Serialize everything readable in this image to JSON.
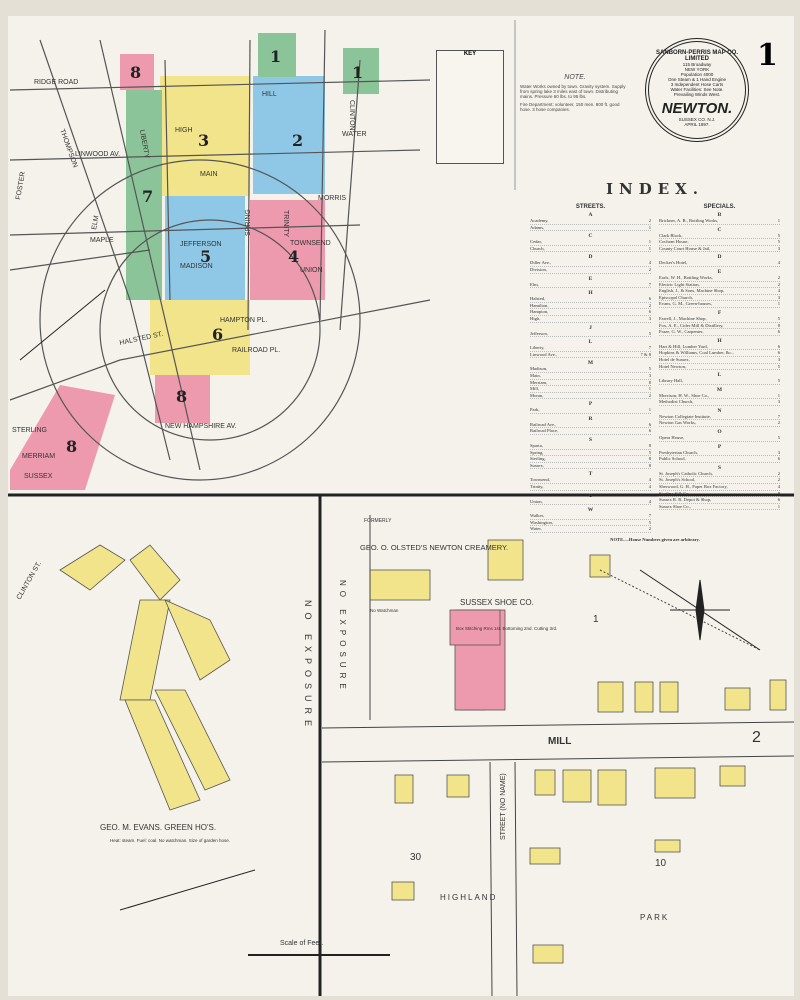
{
  "page_number": "1",
  "seal": {
    "company": "SANBORN-PERRIS MAP CO. LIMITED",
    "address": "115 Broadway",
    "city": "NEW YORK",
    "population": "Population 4000",
    "engines": "One Steam & 1 Hand Engine",
    "hose": "3 Independent Hose Carts",
    "water": "Water Facilities: See Note.",
    "winds": "Prevailing Winds West.",
    "town": "NEWTON.",
    "county": "SUSSEX CO.",
    "state": "N.J.",
    "date": "APRIL 1897."
  },
  "key": {
    "title": "KEY"
  },
  "note": {
    "title": "NOTE.",
    "text": "Water Works owned by town. Gravity system. Supply from spring lake 3 miles east of town. Distributing mains. Pressure 60 lbs. to 95 lbs.",
    "fire_dept": "Fire Department: volunteer, 150 men. 800 ft. good hose. 3 hose companies."
  },
  "index": {
    "title": "INDEX.",
    "streets_title": "STREETS.",
    "specials_title": "SPECIALS.",
    "footnote": "NOTE.—House Numbers given are arbitrary.",
    "streets": [
      {
        "letter": "A",
        "items": [
          [
            "Academy,",
            "2"
          ],
          [
            "Adams,",
            "1"
          ]
        ]
      },
      {
        "letter": "C",
        "items": [
          [
            "Cedar,",
            "1"
          ],
          [
            "Church,",
            "1"
          ]
        ]
      },
      {
        "letter": "D",
        "items": [
          [
            "Diller Ave.,",
            "4"
          ],
          [
            "Division,",
            "2"
          ]
        ]
      },
      {
        "letter": "E",
        "items": [
          [
            "Elm,",
            "7"
          ]
        ]
      },
      {
        "letter": "H",
        "items": [
          [
            "Halsted,",
            "6"
          ],
          [
            "Hamilton,",
            "2"
          ],
          [
            "Hampton,",
            "6"
          ],
          [
            "High,",
            "3"
          ]
        ]
      },
      {
        "letter": "J",
        "items": [
          [
            "Jefferson,",
            "5"
          ]
        ]
      },
      {
        "letter": "L",
        "items": [
          [
            "Liberty,",
            "7"
          ],
          [
            "Linwood Ave.,",
            "7 & 8"
          ]
        ]
      },
      {
        "letter": "M",
        "items": [
          [
            "Madison,",
            "5"
          ],
          [
            "Main,",
            "3"
          ],
          [
            "Merriam,",
            "8"
          ],
          [
            "Mill,",
            "1"
          ],
          [
            "Moran,",
            "2"
          ]
        ]
      },
      {
        "letter": "P",
        "items": [
          [
            "Park,",
            "1"
          ]
        ]
      },
      {
        "letter": "R",
        "items": [
          [
            "Railroad Ave.,",
            "6"
          ],
          [
            "Railroad Place,",
            "6"
          ]
        ]
      },
      {
        "letter": "S",
        "items": [
          [
            "Sparta,",
            "8"
          ],
          [
            "Spring,",
            "5"
          ],
          [
            "Sterling,",
            "8"
          ],
          [
            "Sussex,",
            "8"
          ]
        ]
      },
      {
        "letter": "T",
        "items": [
          [
            "Townsend,",
            "4"
          ],
          [
            "Trinity,",
            "4"
          ]
        ]
      },
      {
        "letter": "U",
        "items": [
          [
            "Union,",
            "4"
          ]
        ]
      },
      {
        "letter": "W",
        "items": [
          [
            "Walker,",
            "7"
          ],
          [
            "Washington,",
            "5"
          ],
          [
            "Water,",
            "2"
          ]
        ]
      }
    ],
    "specials": [
      {
        "letter": "B",
        "items": [
          [
            "Brickner, A. B., Bottling Works,",
            "1"
          ]
        ]
      },
      {
        "letter": "C",
        "items": [
          [
            "Clark Block,",
            "5"
          ],
          [
            "Cochran House,",
            "5"
          ],
          [
            "County Court House & Jail,",
            "3"
          ]
        ]
      },
      {
        "letter": "D",
        "items": [
          [
            "Decker's Hotel,",
            "4"
          ]
        ]
      },
      {
        "letter": "E",
        "items": [
          [
            "Earls, W. H., Bottling Works,",
            "2"
          ],
          [
            "Electric Light Station,",
            "2"
          ],
          [
            "English, J., & Sons, Machine Shop,",
            "4"
          ],
          [
            "Episcopal Church,",
            "3"
          ],
          [
            "Evans, G. M., Green-houses,",
            "1"
          ]
        ]
      },
      {
        "letter": "F",
        "items": [
          [
            "Farrell, J., Machine Shop,",
            "5"
          ],
          [
            "Fox, A. E., Cider Mill & Distillery,",
            "8"
          ],
          [
            "Fraze, G. W., Carpenter,",
            "6"
          ]
        ]
      },
      {
        "letter": "H",
        "items": [
          [
            "Hart & Hill, Lumber Yard,",
            "6"
          ],
          [
            "Hopkins & Williams, Coal Lumber, &c.,",
            "6"
          ],
          [
            "Hotel de Sussex,",
            "3"
          ],
          [
            "Hotel Newton,",
            "5"
          ]
        ]
      },
      {
        "letter": "L",
        "items": [
          [
            "Library Hall,",
            "5"
          ]
        ]
      },
      {
        "letter": "M",
        "items": [
          [
            "Morrison, H. W., Shoe Co.,",
            "1"
          ],
          [
            "Methodist Church,",
            "3"
          ]
        ]
      },
      {
        "letter": "N",
        "items": [
          [
            "Newton Collegiate Institute,",
            "7"
          ],
          [
            "Newton Gas Works,",
            "2"
          ]
        ]
      },
      {
        "letter": "O",
        "items": [
          [
            "Opera House,",
            "5"
          ]
        ]
      },
      {
        "letter": "P",
        "items": [
          [
            "Presbyterian Church,",
            "3"
          ],
          [
            "Public School,",
            "6"
          ]
        ]
      },
      {
        "letter": "S",
        "items": [
          [
            "St. Joseph's Catholic Church,",
            "2"
          ],
          [
            "St. Joseph's School,",
            "2"
          ],
          [
            "Sherwood, G. H., Paper Box Factory,",
            "4"
          ],
          [
            "Sterling Silk Co.,",
            "8"
          ],
          [
            "Sussex R. R. Depot & Shop,",
            "6"
          ],
          [
            "Sussex Shoe Co.,",
            "1"
          ]
        ]
      }
    ]
  },
  "map": {
    "street_labels": [
      "RIDGE ROAD",
      "THOMPSON",
      "LINWOOD AV.",
      "FOSTER",
      "ELM",
      "MAPLE",
      "LIBERTY",
      "HIGH",
      "MAIN",
      "JEFFERSON",
      "MADISON",
      "HILL",
      "WATER",
      "MORRIS",
      "CLINTON",
      "TRINITY",
      "SPRING",
      "UNION",
      "TOWNSEND",
      "HAMPTON PL.",
      "RAILROAD PL.",
      "HALSTED ST.",
      "STERLING",
      "MERRIAM",
      "SUSSEX",
      "NEW HAMPSHIRE AV."
    ],
    "sheet_numbers": [
      "8",
      "1",
      "1",
      "3",
      "2",
      "7",
      "5",
      "4",
      "6",
      "8",
      "8"
    ],
    "colors": {
      "yellow": "#f2e48a",
      "blue": "#8ec8e6",
      "pink": "#ee9aae",
      "green": "#8cc49a",
      "paper": "#f4f2ea"
    }
  },
  "detail": {
    "clinton_st": "CLINTON ST.",
    "evans": "GEO. M. EVANS. GREEN HO'S.",
    "evans_note": "Heat: steam. Fuel: coal. No watchman. Size of garden hose.",
    "creamery_formerly": "FORMERLY",
    "creamery": "GEO. O. OLSTED'S NEWTON CREAMERY.",
    "no_watchman": "No Watchman",
    "shoe_co": "SUSSEX SHOE CO.",
    "shoe_floors": "Box Stitching Rms 1st. Bottoming 2nd. Cutting 3rd.",
    "mill": "MILL",
    "highland": "HIGHLAND",
    "park": "PARK",
    "street_no_name": "STREET (NO NAME)",
    "no_exposure": "NO EXPOSURE",
    "block_1": "1",
    "block_2": "2",
    "block_30": "30",
    "block_10": "10",
    "scale": "Scale of Feet."
  }
}
